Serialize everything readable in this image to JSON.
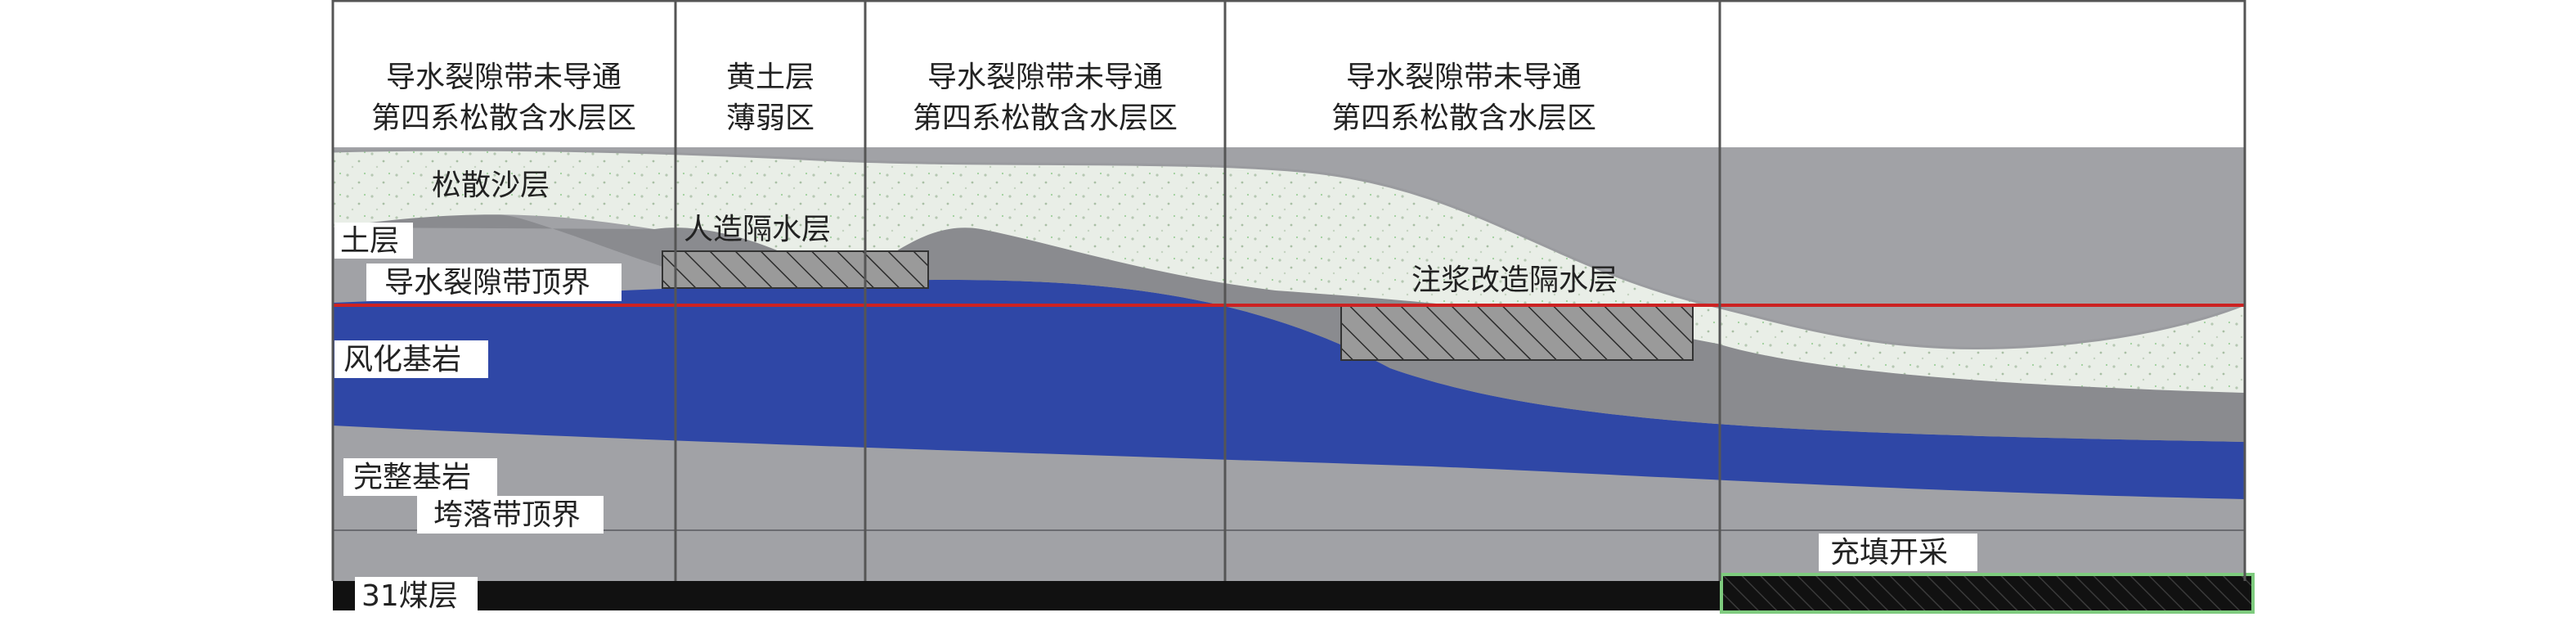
{
  "zones": [
    {
      "line1": "导水裂隙带未导通",
      "line2": "第四系松散含水层区"
    },
    {
      "line1": "黄土层",
      "line2": "薄弱区"
    },
    {
      "line1": "导水裂隙带未导通",
      "line2": "第四系松散含水层区"
    },
    {
      "line1": "导水裂隙带未导通",
      "line2": "第四系松散含水层区"
    },
    {
      "line1": "",
      "line2": ""
    }
  ],
  "labels": {
    "loose_sand": "松散沙层",
    "soil": "土层",
    "artificial_aquiclude": "人造隔水层",
    "fracture_top": "导水裂隙带顶界",
    "grouting_aquiclude": "注浆改造隔水层",
    "weathered_bedrock": "风化基岩",
    "intact_bedrock": "完整基岩",
    "caving_top": "垮落带顶界",
    "coal_seam": "31煤层",
    "backfill_mining": "充填开采"
  },
  "colors": {
    "sand": "#e8ede6",
    "soil": "#8b8c90",
    "weathered": "#2f47a6",
    "bedrock": "#a1a2a6",
    "fracture_line": "#cc2222",
    "coal": "#111111",
    "backfill_border": "#7ecb7e"
  }
}
